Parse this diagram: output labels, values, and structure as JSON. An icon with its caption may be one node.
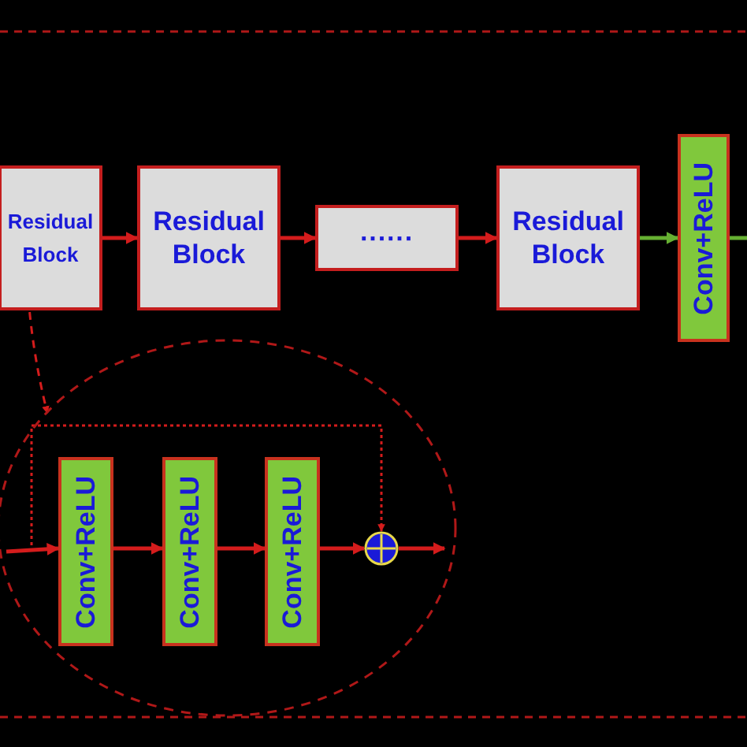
{
  "diagram": {
    "nodes": [
      {
        "text": [
          "Residual Block"
        ]
      },
      {
        "text": [
          "Residual Block"
        ]
      },
      {
        "text": [
          "······"
        ]
      },
      {
        "text": [
          "Residual Block"
        ]
      },
      {
        "text": [
          "Conv+ReLU"
        ]
      },
      {
        "text": [],
        "shape": "ellipse"
      },
      {
        "text": [
          "Conv+ReLU"
        ],
        "in": 5
      },
      {
        "text": [
          "Conv+ReLU"
        ],
        "in": 5
      },
      {
        "text": [
          "Conv+ReLU"
        ],
        "in": 5
      },
      {
        "text": [],
        "shape": "circle",
        "in": 5
      }
    ],
    "edges": [
      {
        "from": 0,
        "to": 1,
        "arrow": "to"
      },
      {
        "from": 1,
        "to": 2,
        "arrow": "to"
      },
      {
        "from": 2,
        "to": 3,
        "arrow": "to"
      },
      {
        "from": 3,
        "to": 4,
        "arrow": "to",
        "color": "#66b032"
      },
      {
        "from": 4,
        "to": null,
        "arrow": "none",
        "color": "#66b032"
      },
      {
        "from": 0,
        "to": 5,
        "arrow": "to",
        "style": "dashed"
      },
      {
        "from": null,
        "to": 6,
        "arrow": "to"
      },
      {
        "from": 6,
        "to": 7,
        "arrow": "to"
      },
      {
        "from": 7,
        "to": 8,
        "arrow": "to"
      },
      {
        "from": 8,
        "to": 9,
        "arrow": "to"
      },
      {
        "from": 9,
        "to": null,
        "arrow": "to"
      },
      {
        "from": null,
        "to": 9,
        "arrow": "to",
        "style": "dashed"
      }
    ]
  }
}
